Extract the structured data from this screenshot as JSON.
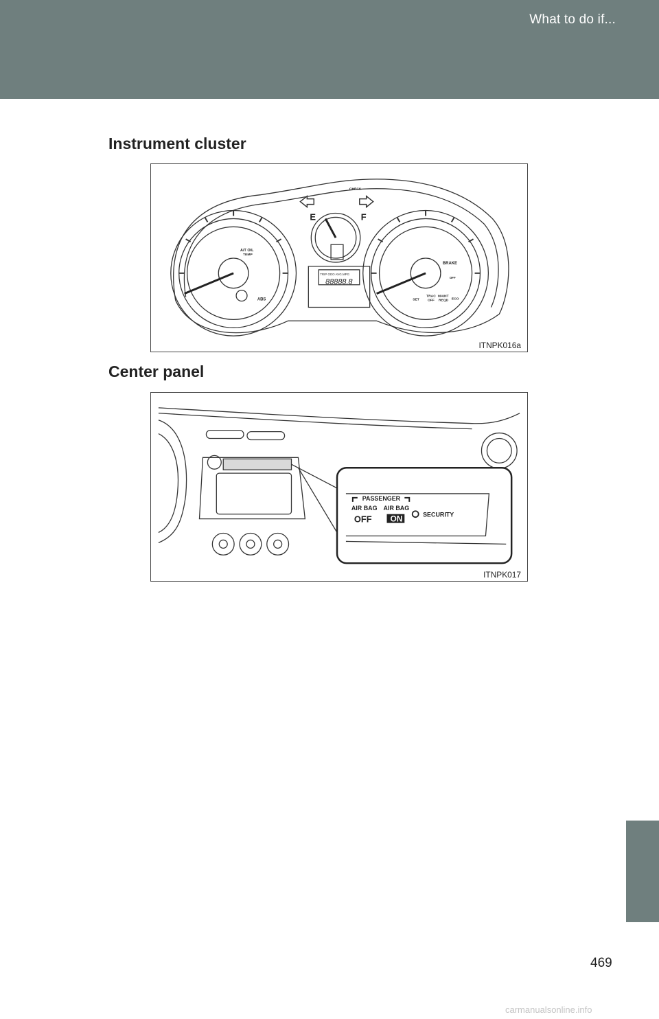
{
  "header": {
    "title": "What to do if..."
  },
  "sections": [
    {
      "heading": "Instrument cluster",
      "figure_code": "ITNPK016a"
    },
    {
      "heading": "Center panel",
      "figure_code": "ITNPK017"
    }
  ],
  "cluster": {
    "fuel_e": "E",
    "fuel_f": "F",
    "check_label": "CHECK",
    "at_oil_label_1": "A/T OIL",
    "at_oil_label_2": "TEMP",
    "abs_label": "ABS",
    "odo_label": "TRIP ODO AVG.MPG",
    "odo_value": "88888.8",
    "brake_label": "BRAKE",
    "set_label": "SET",
    "trac_off_1": "TRAC",
    "trac_off_2": "OFF",
    "maint_1": "MAINT",
    "maint_2": "REQD",
    "eco_label": "ECO",
    "off_small": "OFF"
  },
  "center_panel": {
    "passenger_label": "PASSENGER",
    "airbag_left": "AIR BAG",
    "airbag_right": "AIR BAG",
    "off_indicator": "OFF",
    "on_indicator": "ON",
    "security_label": "SECURITY"
  },
  "page_number": "469",
  "footer_url": "carmanualsonline.info"
}
